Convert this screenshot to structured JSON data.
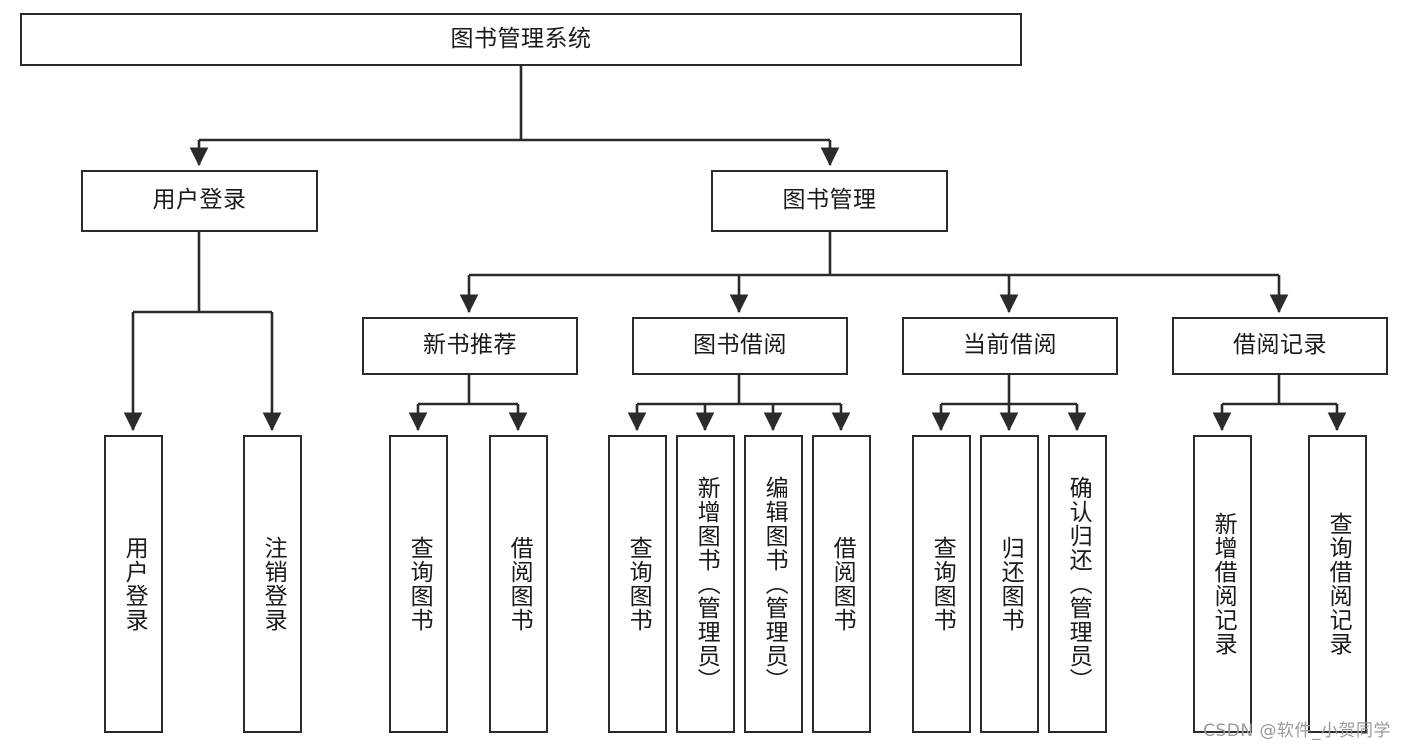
{
  "diagram": {
    "title": "图书管理系统",
    "type": "tree-hierarchy",
    "root": {
      "label": "图书管理系统"
    },
    "level2": [
      {
        "label": "用户登录"
      },
      {
        "label": "图书管理"
      }
    ],
    "level3": [
      {
        "label": "新书推荐"
      },
      {
        "label": "图书借阅"
      },
      {
        "label": "当前借阅"
      },
      {
        "label": "借阅记录"
      }
    ],
    "leaves": {
      "user_login": [
        {
          "label": "用户登录"
        },
        {
          "label": "注销登录"
        }
      ],
      "new_book_recommend": [
        {
          "label": "查询图书"
        },
        {
          "label": "借阅图书"
        }
      ],
      "book_borrow": [
        {
          "label": "查询图书"
        },
        {
          "label": "新增图书（管理员）"
        },
        {
          "label": "编辑图书（管理员）"
        },
        {
          "label": "借阅图书"
        }
      ],
      "current_borrow": [
        {
          "label": "查询图书"
        },
        {
          "label": "归还图书"
        },
        {
          "label": "确认归还（管理员）"
        }
      ],
      "borrow_record": [
        {
          "label": "新增借阅记录"
        },
        {
          "label": "查询借阅记录"
        }
      ]
    }
  },
  "watermark": {
    "text": "CSDN @软件_小贺同学"
  },
  "colors": {
    "stroke": "#2b2b2b",
    "box_fill": "#ffffff",
    "text": "#1a1a1a",
    "watermark": "#9a9a9a",
    "background": "#ffffff"
  }
}
